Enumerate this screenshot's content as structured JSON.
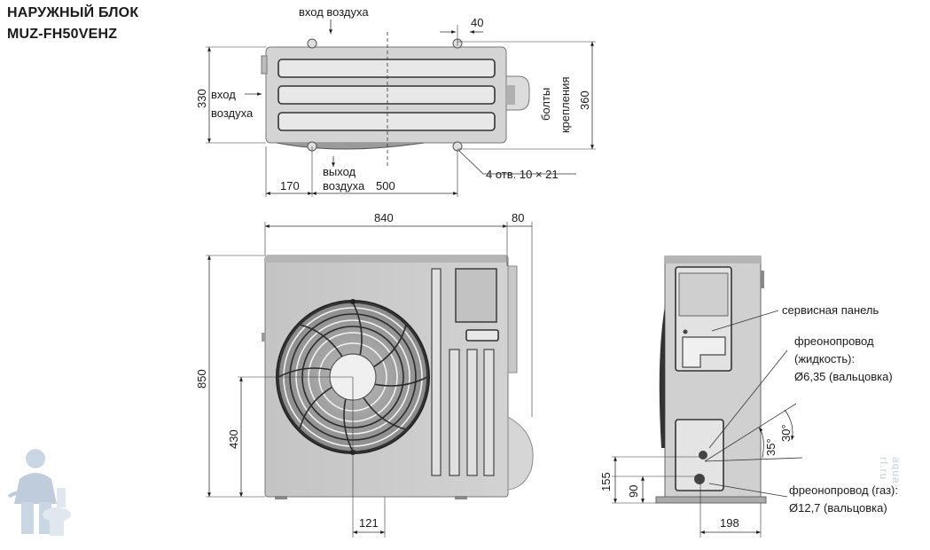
{
  "title": {
    "line1": "НАРУЖНЫЙ БЛОК",
    "line2": "MUZ-FH50VEHZ"
  },
  "top_view": {
    "air_in_top": "вход воздуха",
    "air_in_left_1": "вход",
    "air_in_left_2": "воздуха",
    "air_out_1": "выход",
    "air_out_2": "воздуха",
    "dim_depth": "330",
    "dim_bolts": "360",
    "bolts_1": "болты",
    "bolts_2": "крепления",
    "dim_40": "40",
    "dim_170": "170",
    "dim_500": "500",
    "holes": "4 отв. 10 × 21"
  },
  "front_view": {
    "dim_width": "840",
    "dim_valve": "80",
    "dim_height": "850",
    "dim_fan_center": "430",
    "dim_121": "121"
  },
  "side_view": {
    "service_panel": "сервисная панель",
    "liquid_1": "фреонопровод",
    "liquid_2": "(жидкость):",
    "liquid_3": "Ø6,35 (вальцовка)",
    "gas_1": "фреонопровод (газ):",
    "gas_2": "Ø12,7 (вальцовка)",
    "angle_35": "35°",
    "angle_30": "30°",
    "dim_155": "155",
    "dim_90": "90",
    "dim_198": "198"
  },
  "watermark": "aqua-rf.ru"
}
